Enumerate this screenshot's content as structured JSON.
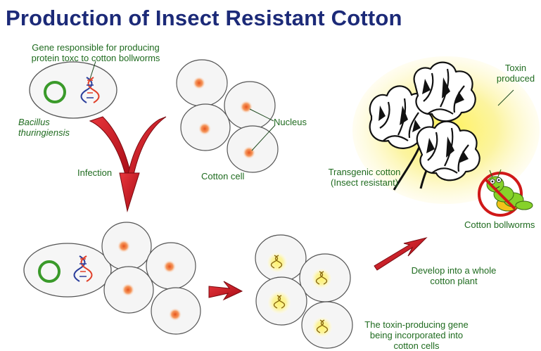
{
  "title": "Production of Insect Resistant Cotton",
  "labels": {
    "gene_line1": "Gene responsible for producing",
    "gene_line2": "protein toxc to cotton bollworms",
    "bacillus_line1": "Bacillus",
    "bacillus_line2": "thuringiensis",
    "nucleus": "Nucleus",
    "cotton_cell": "Cotton cell",
    "infection": "Infection",
    "toxin_line1": "Toxin",
    "toxin_line2": "produced",
    "transgenic_line1": "Transgenic cotton",
    "transgenic_line2": "(Insect resistant)",
    "bollworms": "Cotton bollworms",
    "develop_line1": "Develop into a whole",
    "develop_line2": "cotton plant",
    "incorp_line1": "The toxin-producing gene",
    "incorp_line2": "being incorporated into",
    "incorp_line3": "cotton cells"
  },
  "colors": {
    "title": "#1c2a78",
    "label_text": "#1f6b1f",
    "plasmid_ring": "#3a9a2a",
    "arrow_red": "#c0141e",
    "nucleus": "#f07a3a",
    "halo": "#f8f088"
  }
}
